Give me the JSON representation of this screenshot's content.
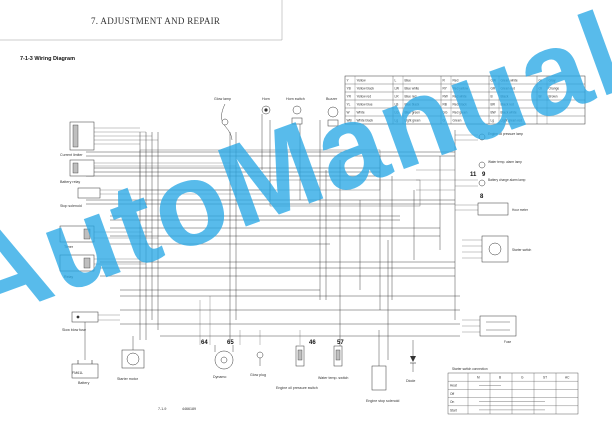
{
  "header": {
    "title": "7. ADJUSTMENT AND REPAIR"
  },
  "section": {
    "title": "7-1-3  Wiring Diagram"
  },
  "watermark": {
    "text": "AutoManual",
    "color": "#29a8e6"
  },
  "color_legend": {
    "rows": [
      [
        [
          "Y",
          "Yellow"
        ],
        [
          "L",
          "Blue"
        ],
        [
          "R",
          "Red"
        ],
        [
          "GW",
          "Green white"
        ],
        [
          "Gr",
          "Gray"
        ]
      ],
      [
        [
          "YB",
          "Yellow black"
        ],
        [
          "LW",
          "Blue white"
        ],
        [
          "RY",
          "Red yellow"
        ],
        [
          "GR",
          "Green red"
        ],
        [
          "Or",
          "Orange"
        ]
      ],
      [
        [
          "YR",
          "Yellow red"
        ],
        [
          "LR",
          "Blue red"
        ],
        [
          "RW",
          "Red white"
        ],
        [
          "B",
          "Black"
        ],
        [
          "Br",
          "Brown"
        ]
      ],
      [
        [
          "YL",
          "Yellow blue"
        ],
        [
          "LB",
          "Blue black"
        ],
        [
          "RB",
          "Red black"
        ],
        [
          "BR",
          "Black red"
        ],
        [
          "",
          ""
        ]
      ],
      [
        [
          "W",
          "White"
        ],
        [
          "LG",
          "Blue green"
        ],
        [
          "GG",
          "Red green"
        ],
        [
          "BW",
          "Black white"
        ],
        [
          "",
          ""
        ]
      ],
      [
        [
          "WB",
          "White black"
        ],
        [
          "Lg",
          "Light green"
        ],
        [
          "G",
          "Green"
        ],
        [
          "Lg",
          "Light green red"
        ],
        [
          "",
          ""
        ]
      ]
    ]
  },
  "components": {
    "glow_lamp": "Glow lamp",
    "horn": "Horn",
    "horn_switch": "Horn switch",
    "buzzer": "Buzzer",
    "current_limiter": "Current limiter",
    "battery_relay": "Battery relay",
    "stop_solenoid": "Stop solenoid",
    "timer": "Timer",
    "relay": "Relay",
    "slow_blow_fuse": "Slow blow fuse",
    "battery": "Battery",
    "battery_rating": "FM61L",
    "starter_motor": "Starter motor",
    "dynamo": "Dynamo",
    "glow_plug": "Glow plug",
    "oil_pressure_switch": "Engine oil pressure switch",
    "water_temp_switch": "Water temp. switch",
    "stop_solenoid_lower": "Engine stop solenoid",
    "diode": "Diode",
    "fuse": "Fuse",
    "starter_switch": "Starter switch",
    "hour_meter": "Hour meter",
    "battery_charge_lamp": "Battery charge alarm lamp",
    "water_temp_alarm": "Water temp. alarm lamp",
    "oil_pressure_lamp": "Engine oil pressure lamp"
  },
  "callouts": [
    "64",
    "65",
    "46",
    "57",
    "11",
    "9",
    "8"
  ],
  "starter_switch_table": {
    "title": "Starter switch connection",
    "columns": [
      "",
      "M",
      "B",
      "G",
      "ST",
      "AC"
    ],
    "rows": [
      "Heat",
      "Off",
      "On",
      "Start"
    ]
  },
  "footer": {
    "page": "7-1-9",
    "code": "4466189"
  }
}
